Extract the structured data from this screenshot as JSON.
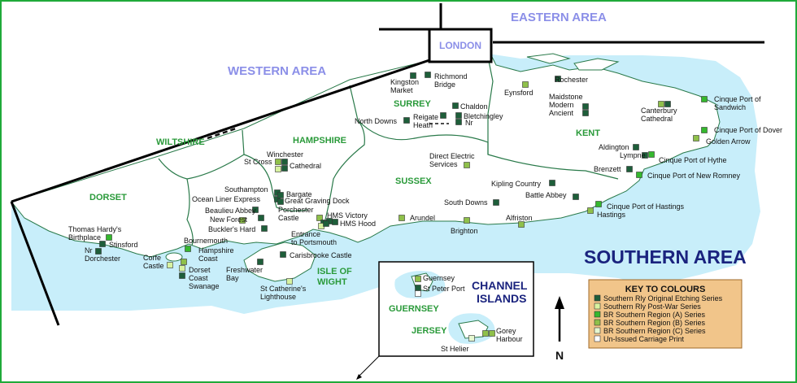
{
  "colors": {
    "sea": "#c8eefa",
    "frame_green": "#1faa3a",
    "original_etching": "#1e5e3a",
    "post_war": "#d7f2a0",
    "br_a": "#35b82e",
    "br_b": "#8fc04a",
    "br_c": "#e6f7d0",
    "unissued": "#ffffff",
    "key_bg": "#f1c58a"
  },
  "areas": {
    "eastern": "EASTERN AREA",
    "western": "WESTERN AREA",
    "southern": "SOUTHERN AREA",
    "london": "LONDON"
  },
  "counties": [
    "WILTSHIRE",
    "HAMPSHIRE",
    "DORSET",
    "SURREY",
    "SUSSEX",
    "KENT",
    "ISLE OF",
    "WIGHT",
    "GUERNSEY",
    "JERSEY"
  ],
  "channel_islands": {
    "line1": "CHANNEL",
    "line2": "ISLANDS"
  },
  "north_label": "N",
  "places": [
    {
      "lines": [
        "Kingston",
        "Market"
      ]
    },
    {
      "lines": [
        "Richmond",
        "Bridge"
      ]
    },
    {
      "lines": [
        "Chaldon"
      ]
    },
    {
      "lines": [
        "Bletchingley"
      ]
    },
    {
      "lines": [
        "Nr"
      ]
    },
    {
      "lines": [
        "Reigate",
        "Heath"
      ]
    },
    {
      "lines": [
        "North Downs"
      ]
    },
    {
      "lines": [
        "Eynsford"
      ]
    },
    {
      "lines": [
        "Rochester"
      ]
    },
    {
      "lines": [
        "Maidstone",
        "Modern",
        "Ancient"
      ]
    },
    {
      "lines": [
        "Canterbury",
        "Cathedral"
      ]
    },
    {
      "lines": [
        "Cinque Port of",
        "Sandwich"
      ]
    },
    {
      "lines": [
        "Cinque Port of Dover"
      ]
    },
    {
      "lines": [
        "Golden Arrow"
      ]
    },
    {
      "lines": [
        "Aldington"
      ]
    },
    {
      "lines": [
        "Lympne"
      ]
    },
    {
      "lines": [
        "Cinque Port of Hythe"
      ]
    },
    {
      "lines": [
        "Brenzett"
      ]
    },
    {
      "lines": [
        "Cinque Port of New Romney"
      ]
    },
    {
      "lines": [
        "Cinque Port of Hastings"
      ]
    },
    {
      "lines": [
        "Hastings"
      ]
    },
    {
      "lines": [
        "Direct Electric",
        "Services"
      ]
    },
    {
      "lines": [
        "Kipling Country"
      ]
    },
    {
      "lines": [
        "Battle Abbey"
      ]
    },
    {
      "lines": [
        "South Downs"
      ]
    },
    {
      "lines": [
        "Alfriston"
      ]
    },
    {
      "lines": [
        "Arundel"
      ]
    },
    {
      "lines": [
        "Brighton"
      ]
    },
    {
      "lines": [
        "Winchester"
      ]
    },
    {
      "lines": [
        "St Cross"
      ]
    },
    {
      "lines": [
        "Cathedral"
      ]
    },
    {
      "lines": [
        "Southampton"
      ]
    },
    {
      "lines": [
        "Ocean Liner Express"
      ]
    },
    {
      "lines": [
        "Bargate"
      ]
    },
    {
      "lines": [
        "Great Graving Dock"
      ]
    },
    {
      "lines": [
        "Beaulieu Abbey"
      ]
    },
    {
      "lines": [
        "New Forest"
      ]
    },
    {
      "lines": [
        "Buckler's Hard"
      ]
    },
    {
      "lines": [
        "Porchester",
        "Castle"
      ]
    },
    {
      "lines": [
        "HMS Victory"
      ]
    },
    {
      "lines": [
        "HMS Hood"
      ]
    },
    {
      "lines": [
        "Entrance",
        "to Portsmouth"
      ]
    },
    {
      "lines": [
        "Bournemouth"
      ]
    },
    {
      "lines": [
        "Thomas Hardy's",
        "Birthplace"
      ]
    },
    {
      "lines": [
        "Stinsford"
      ]
    },
    {
      "lines": [
        "Nr",
        "Dorchester"
      ]
    },
    {
      "lines": [
        "Corfe",
        "Castle"
      ]
    },
    {
      "lines": [
        "Hampshire",
        "Coast"
      ]
    },
    {
      "lines": [
        "Dorset",
        "Coast",
        "Swanage"
      ]
    },
    {
      "lines": [
        "Freshwater",
        "Bay"
      ]
    },
    {
      "lines": [
        "Carisbrooke Castle"
      ]
    },
    {
      "lines": [
        "St Catherine's",
        "Lighthouse"
      ]
    },
    {
      "lines": [
        "Guernsey"
      ]
    },
    {
      "lines": [
        "St Peter Port"
      ]
    },
    {
      "lines": [
        "Gorey",
        "Harbour"
      ]
    },
    {
      "lines": [
        "St Helier"
      ]
    }
  ],
  "key": {
    "title": "KEY TO COLOURS",
    "items": [
      "Southern Rly Original Etching Series",
      "Southern Rly Post-War Series",
      "BR Southern Region (A) Series",
      "BR Southern Region (B) Series",
      "BR Southern Region (C) Series",
      "Un-Issued Carriage Print"
    ]
  }
}
